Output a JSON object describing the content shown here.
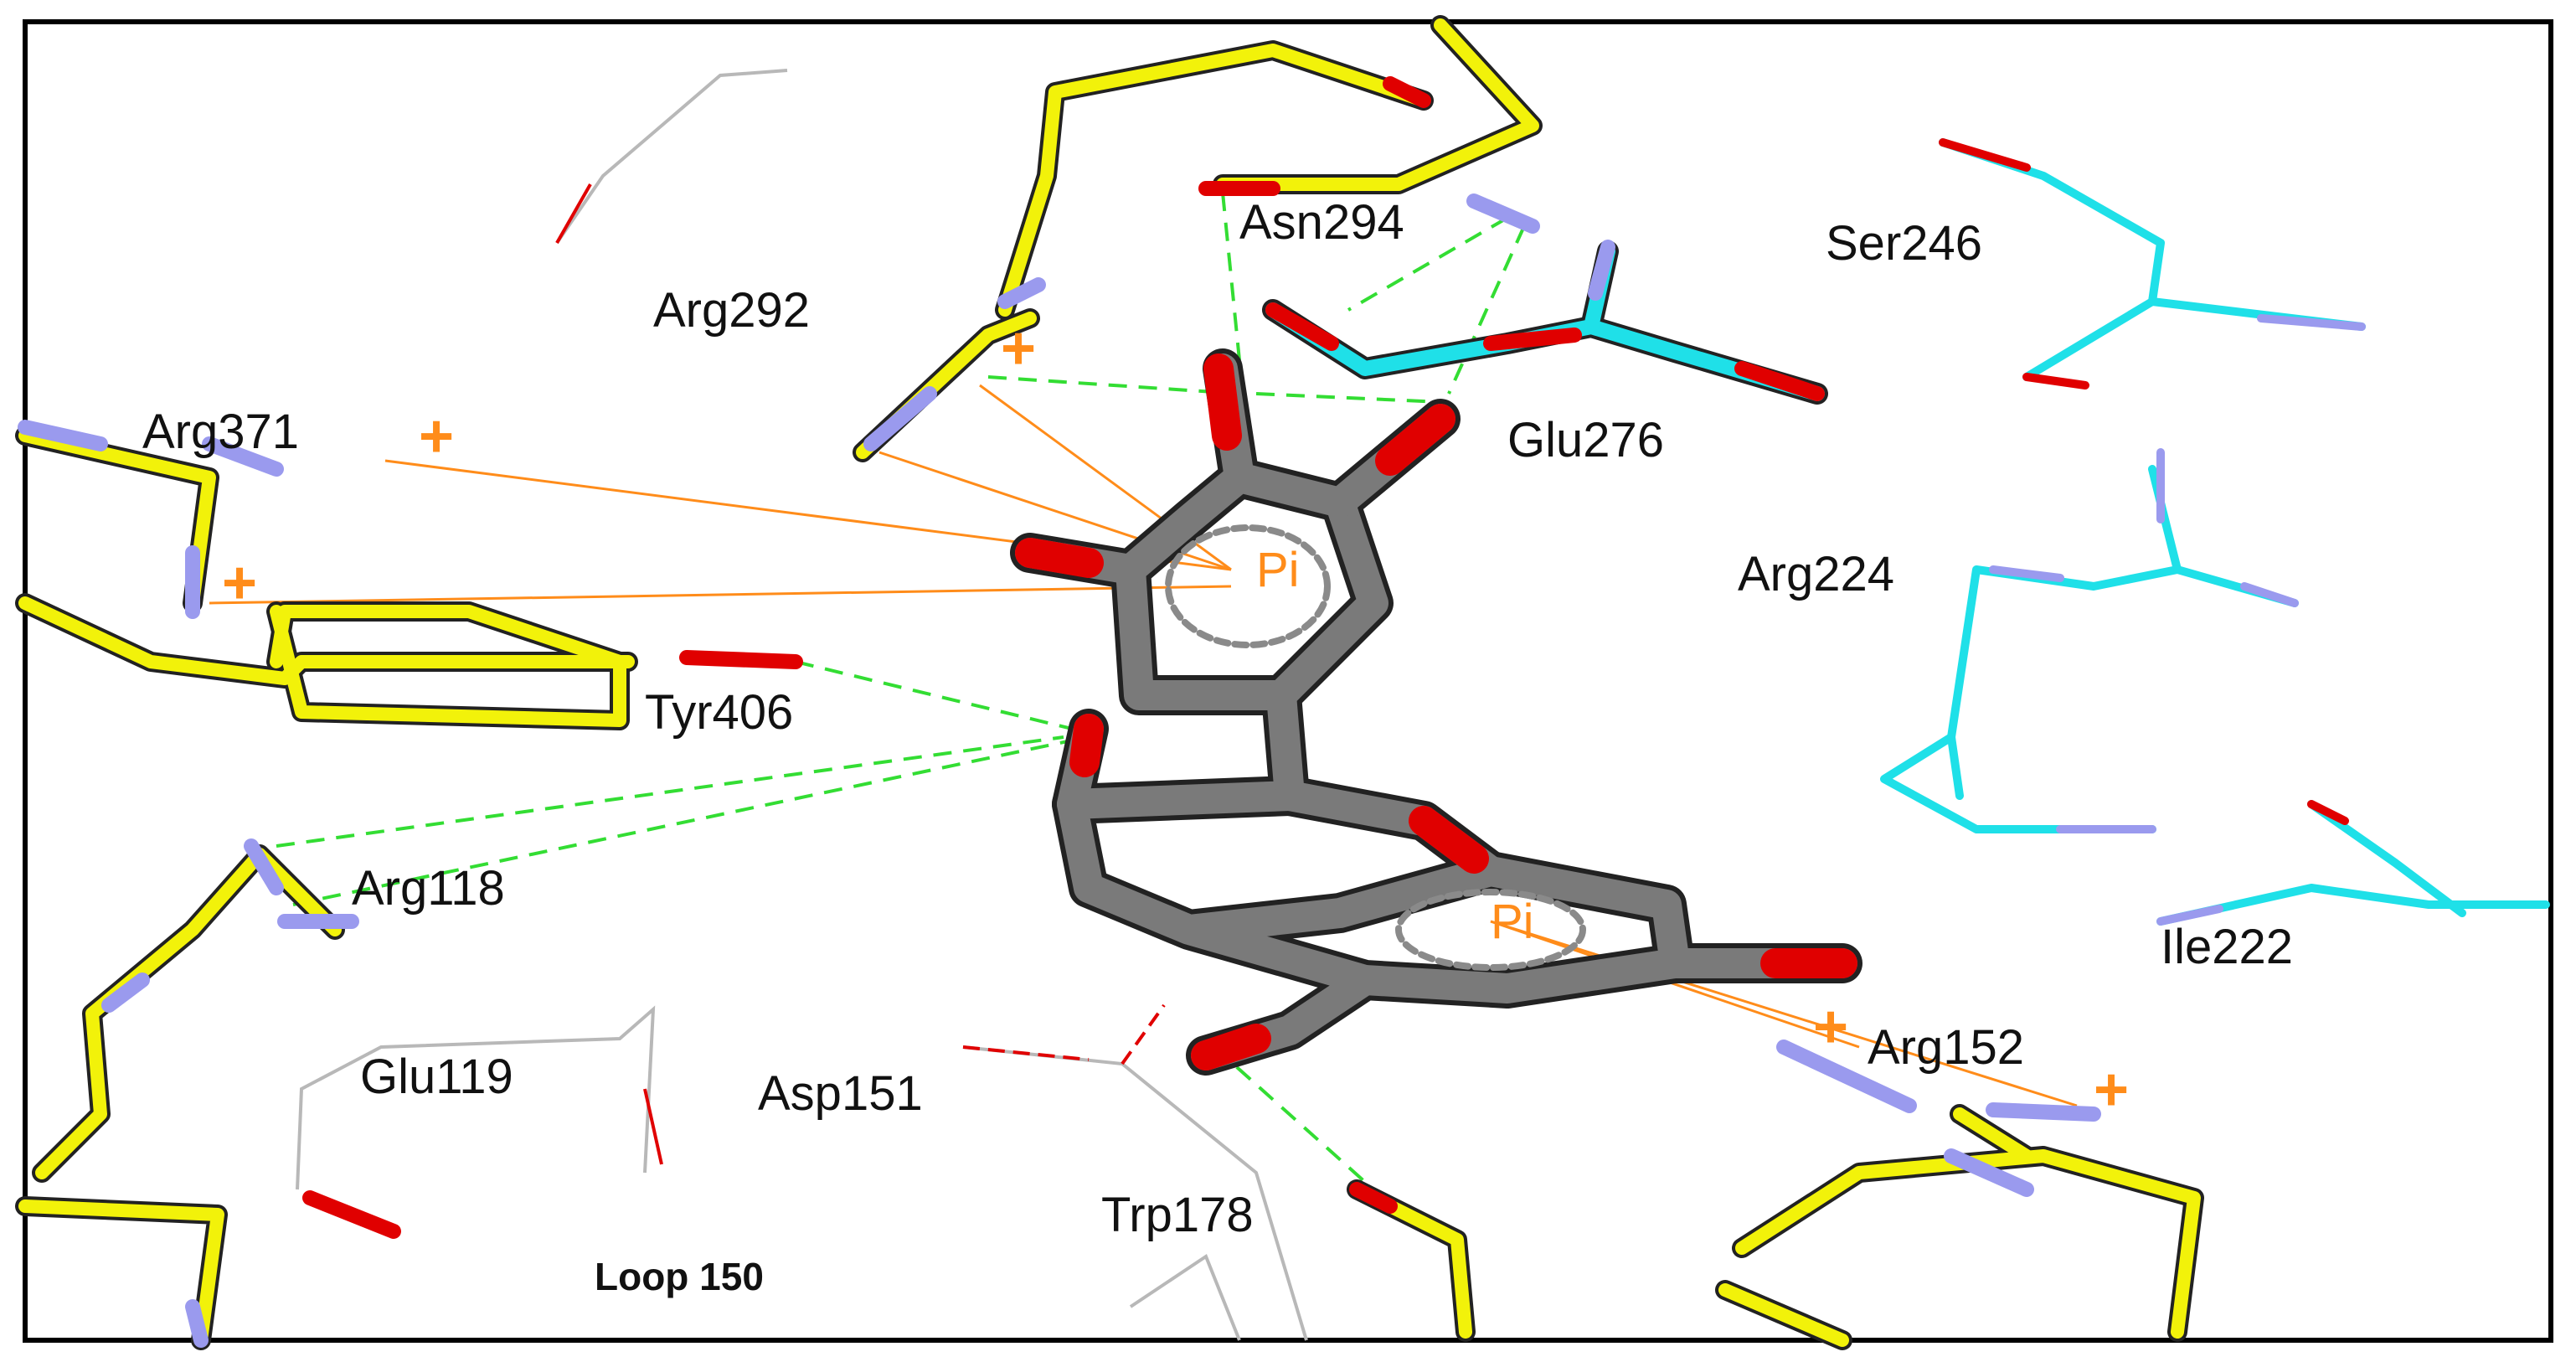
{
  "figure": {
    "colors": {
      "background": "#ffffff",
      "frame": "#000000",
      "ligand": "#7a7a7a",
      "oxygen": "#e00000",
      "nitrogen": "#9a9aee",
      "residue_yellow": "#f2f20a",
      "residue_cyan": "#1fe0e8",
      "thin_residue": "#b8b8b8",
      "hbond": "#33dd33",
      "pi_cation": "#ff8c1a"
    },
    "labels": {
      "asn294": "Asn294",
      "ser246": "Ser246",
      "arg292": "Arg292",
      "glu276": "Glu276",
      "arg371": "Arg371",
      "arg224": "Arg224",
      "tyr406": "Tyr406",
      "arg118": "Arg118",
      "ile222": "Ile222",
      "arg152": "Arg152",
      "glu119": "Glu119",
      "asp151": "Asp151",
      "trp178": "Trp178",
      "loop150": "Loop 150"
    },
    "pi_labels": [
      "Pi",
      "Pi"
    ],
    "charge_symbol": "+",
    "icons": {
      "ligand": "ligand-stick-model",
      "pi_ring": "pi-ring-marker",
      "charge": "positive-charge-marker"
    }
  }
}
